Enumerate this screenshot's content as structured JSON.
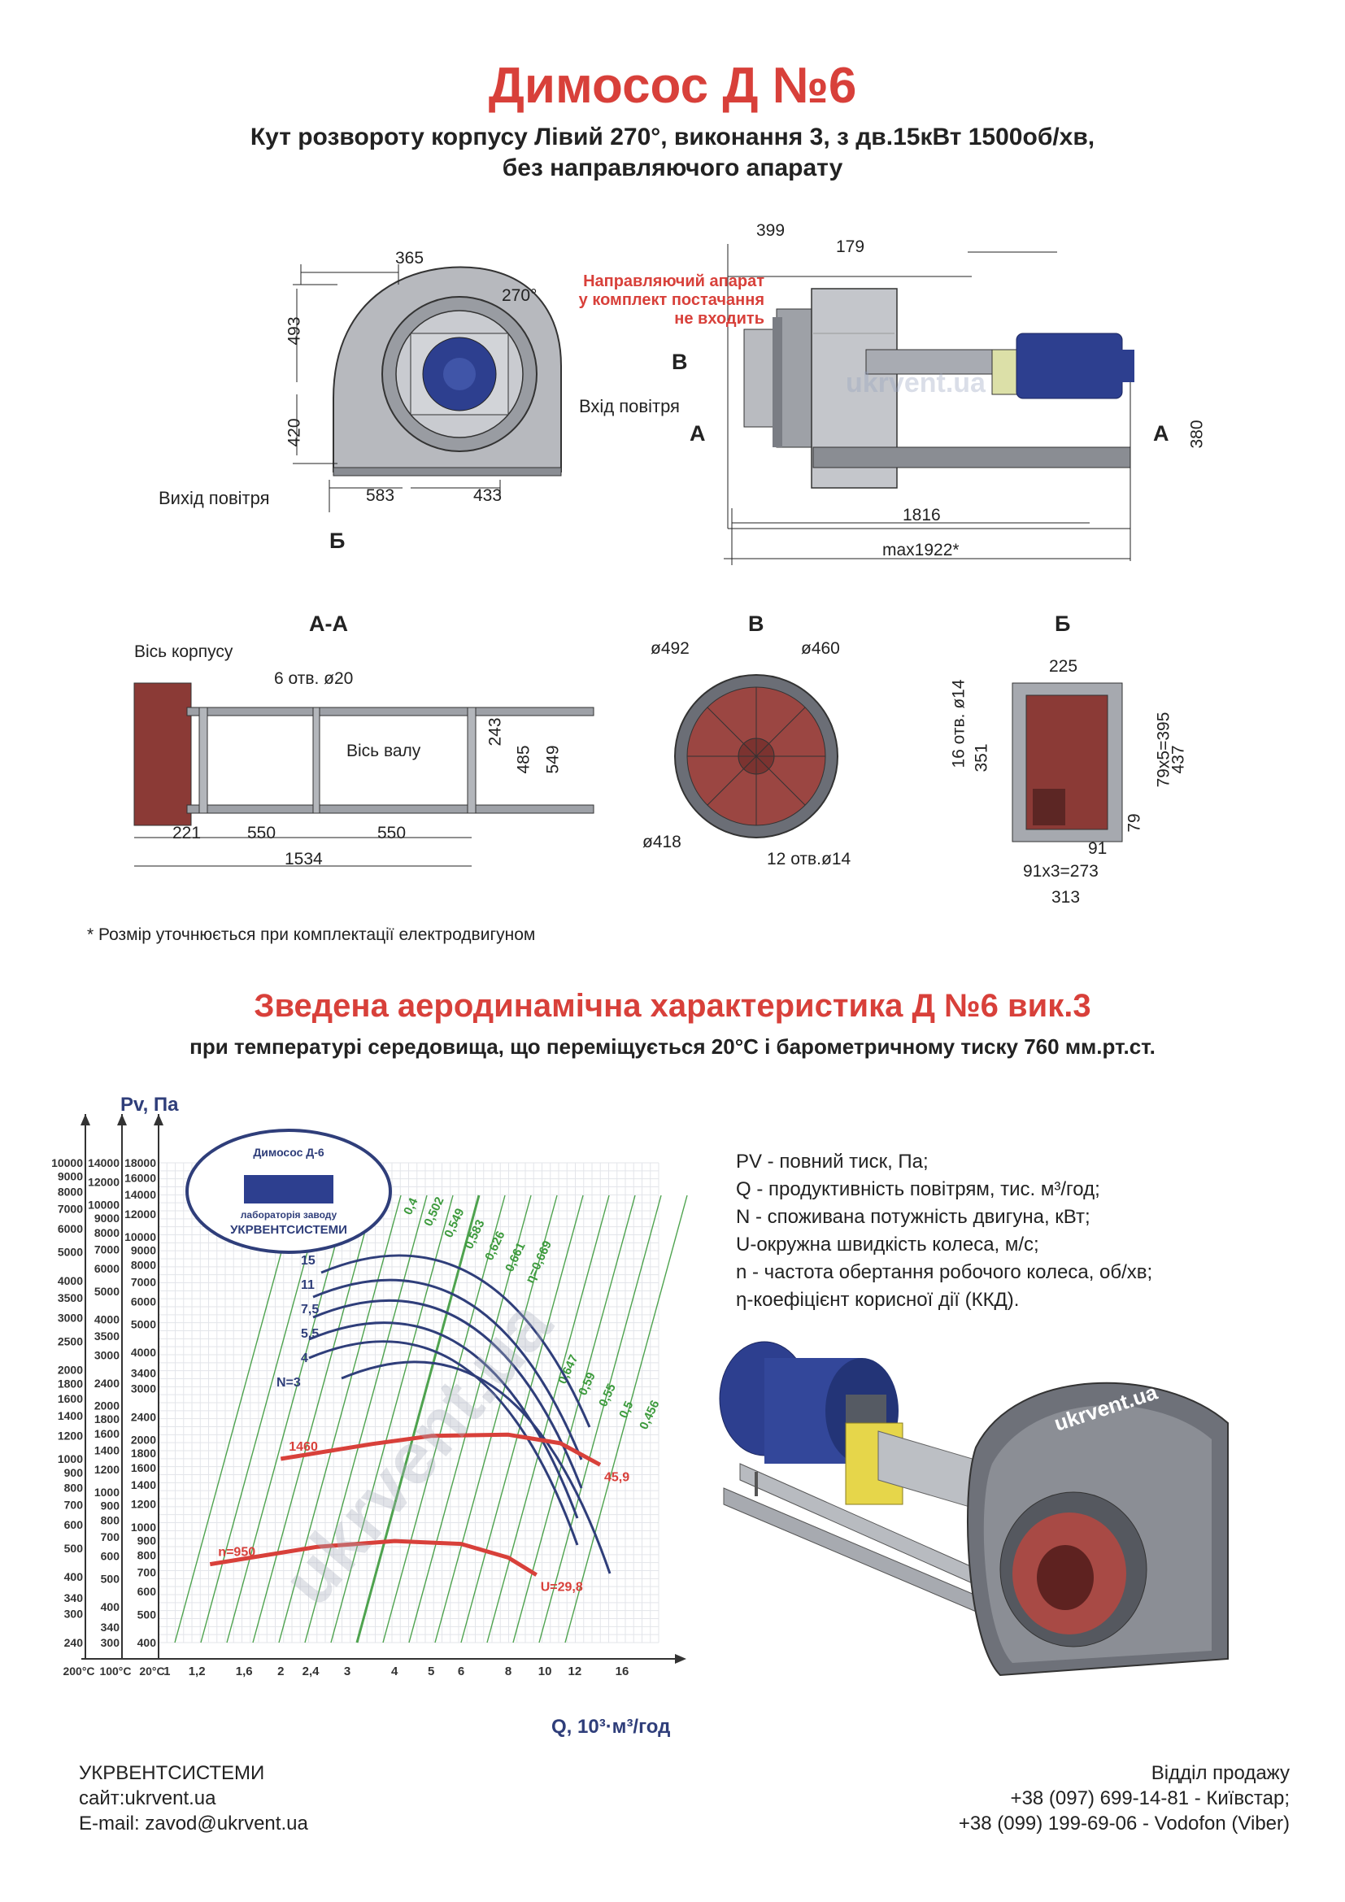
{
  "header": {
    "title": "Димосос Д №6",
    "subtitle_line1": "Кут розвороту корпусу Лівий 270°, виконання 3, з дв.15кВт 1500об/хв,",
    "subtitle_line2": "без направляючого апарату"
  },
  "drawing_front": {
    "dim_365": "365",
    "angle": "270°",
    "dim_493": "493",
    "dim_420": "420",
    "dim_583": "583",
    "dim_433": "433",
    "outlet_label": "Вихід повітря",
    "section_b_mark": "Б"
  },
  "drawing_side": {
    "dim_399": "399",
    "dim_179": "179",
    "note_line1": "Направляючий апарат",
    "note_line2": "у комплект постачання",
    "note_line3": "не входить",
    "mark_v": "В",
    "inlet_label": "Вхід повітря",
    "mark_a_left": "А",
    "mark_a_right": "А",
    "dim_380": "380",
    "dim_1816": "1816",
    "dim_max": "max1922*",
    "watermark": "ukrvent.ua"
  },
  "section_aa": {
    "title": "А-А",
    "axis_body": "Вісь корпусу",
    "holes": "6 отв. ø20",
    "axis_shaft": "Вісь валу",
    "dim_243": "243",
    "dim_485": "485",
    "dim_549": "549",
    "dim_221": "221",
    "dim_550a": "550",
    "dim_550b": "550",
    "dim_1534": "1534"
  },
  "section_v": {
    "title": "В",
    "d492": "ø492",
    "d460": "ø460",
    "d418": "ø418",
    "holes": "12 отв.ø14"
  },
  "section_b": {
    "title": "Б",
    "dim_225": "225",
    "holes": "16 отв. ø14",
    "dim_351": "351",
    "dim_79x5": "79х5=395",
    "dim_437": "437",
    "dim_79": "79",
    "dim_91": "91",
    "dim_91x3": "91х3=273",
    "dim_313": "313"
  },
  "footnote": "* Розмір уточнюється при комплектації електродвигуном",
  "aero": {
    "title": "Зведена аеродинамічна характеристика Д №6 вик.3",
    "subtitle": "при температурі середовища, що переміщується 20°С і барометричному тиску 760 мм.рт.ст."
  },
  "chart_data": {
    "type": "line",
    "ylabel": "Pv, Па",
    "xlabel": "Q, 10³·м³/год",
    "x_scale": "log",
    "y_scale": "log",
    "x_ticks": [
      "1",
      "1,2",
      "1,6",
      "2",
      "2,4",
      "3",
      "4",
      "5",
      "6",
      "8",
      "10",
      "12",
      "16"
    ],
    "y_ticks_20C": [
      "400",
      "500",
      "600",
      "700",
      "800",
      "900",
      "1000",
      "1200",
      "1400",
      "1600",
      "1800",
      "2000",
      "2400",
      "3000",
      "3400",
      "4000",
      "5000",
      "6000",
      "7000",
      "8000",
      "9000",
      "10000",
      "12000",
      "14000",
      "16000",
      "18000"
    ],
    "y_ticks_100C": [
      "300",
      "340",
      "400",
      "500",
      "600",
      "700",
      "800",
      "900",
      "1000",
      "1200",
      "1400",
      "1600",
      "1800",
      "2000",
      "2400",
      "3000",
      "3500",
      "4000",
      "5000",
      "6000",
      "7000",
      "8000",
      "9000",
      "10000",
      "12000",
      "14000"
    ],
    "y_ticks_200C": [
      "240",
      "300",
      "340",
      "400",
      "500",
      "600",
      "700",
      "800",
      "900",
      "1000",
      "1200",
      "1400",
      "1600",
      "1800",
      "2000",
      "2500",
      "3000",
      "3500",
      "4000",
      "5000",
      "6000",
      "7000",
      "8000",
      "9000",
      "10000"
    ],
    "temp_labels": [
      "200°С",
      "100°С",
      "20°С"
    ],
    "power_labels": [
      "N=3",
      "4",
      "5,5",
      "7,5",
      "11",
      "15"
    ],
    "efficiency_labels": [
      "0,4",
      "0,502",
      "0,549",
      "0,583",
      "0,626",
      "0,661",
      "η=0,669",
      "0,647",
      "0,59",
      "0,55",
      "0,5",
      "0,456"
    ],
    "speed_curves": [
      {
        "name": "n=950",
        "q": [
          1.3,
          2.5,
          4,
          6,
          8,
          9.5
        ],
        "p": [
          720,
          830,
          870,
          850,
          760,
          660
        ]
      },
      {
        "name": "1460",
        "q": [
          2.0,
          3.5,
          5,
          8,
          11,
          14
        ],
        "p": [
          1700,
          1920,
          2050,
          2070,
          1930,
          1620
        ]
      }
    ],
    "end_labels": [
      "45,9",
      "U=29,8"
    ],
    "logo_line1": "Димосос Д-6",
    "logo_line2": "лабораторія заводу",
    "logo_line3": "УКРВЕНТСИСТЕМИ",
    "watermark": "ukrvent.ua"
  },
  "legend": [
    "PV - повний тиск, Па;",
    "Q - продуктивність повітрям, тис. м³/год;",
    "N - споживана потужність двигуна, кВт;",
    "U-окружна швидкість колеса, м/с;",
    "n - частота обертання робочого колеса, об/хв;",
    "η-коефіцієнт корисної дії (ККД)."
  ],
  "render": {
    "brand": "ukrvent.ua"
  },
  "footer": {
    "company": "УКРВЕНТСИСТЕМИ",
    "site": "сайт:ukrvent.ua",
    "email": "E-mail: zavod@ukrvent.ua",
    "sales": "Відділ продажу",
    "phone1": "+38 (097) 699-14-81 - Київстар;",
    "phone2": "+38 (099) 199-69-06 - Vodofon (Viber)"
  },
  "colors": {
    "accent": "#d8403a",
    "curve_blue": "#2f3e7a",
    "curve_green": "#3c9a3c",
    "metal": "#9a9ea6",
    "motor": "#2d3f8f"
  }
}
